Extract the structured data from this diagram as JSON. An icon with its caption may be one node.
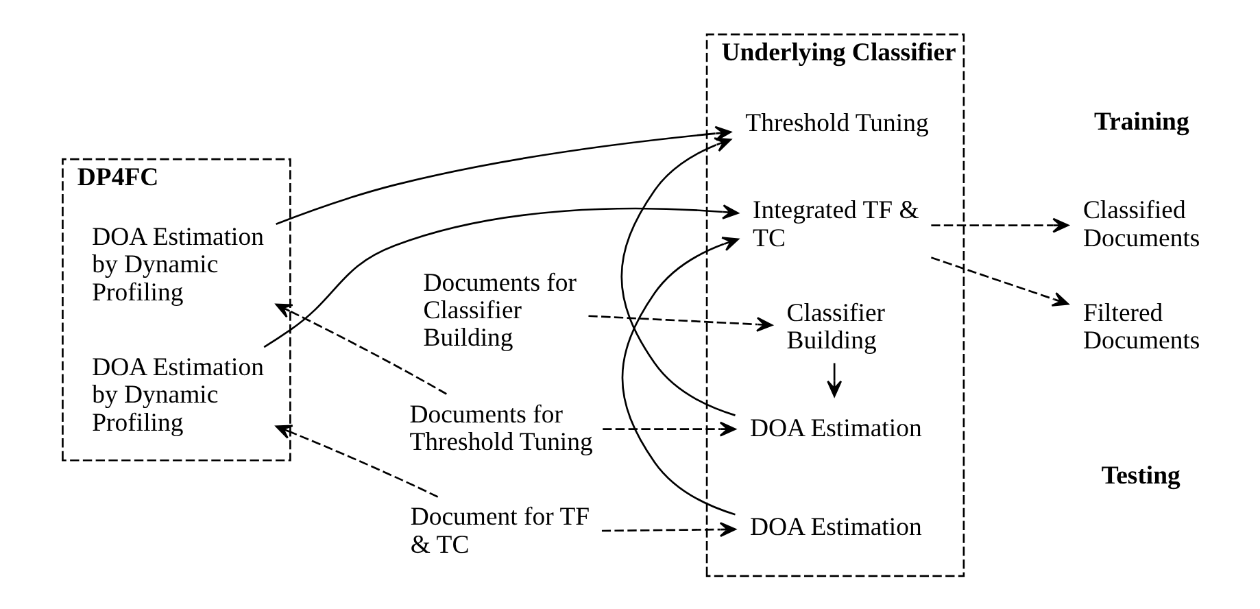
{
  "diagram": {
    "nodes": [
      {
        "text": [
          "DP4FC"
        ]
      },
      {
        "text": [
          "DOA Estimation by Dynamic Profiling"
        ],
        "in": 0
      },
      {
        "text": [
          "DOA Estimation by Dynamic Profiling"
        ],
        "in": 0
      },
      {
        "text": [
          "Underlying Classifier"
        ]
      },
      {
        "text": [
          "Classifier Building"
        ],
        "in": 3
      },
      {
        "text": [
          "DOA Estimation"
        ],
        "in": 3
      },
      {
        "text": [
          "Threshold Tuning"
        ],
        "in": 3
      },
      {
        "text": [
          "DOA Estimation"
        ],
        "in": 3
      },
      {
        "text": [
          "Integrated TF & TC"
        ],
        "in": 3
      },
      {
        "text": [
          "Documents for Classifier Building"
        ]
      },
      {
        "text": [
          "Documents for Threshold Tuning"
        ]
      },
      {
        "text": [
          "Document for TF & TC"
        ]
      },
      {
        "text": [
          "Classified Documents"
        ]
      },
      {
        "text": [
          "Filtered Documents"
        ]
      }
    ],
    "edges": [
      {
        "from": 9,
        "to": 4,
        "arrow": "to",
        "style": "dashed"
      },
      {
        "from": 10,
        "to": 1,
        "arrow": "to",
        "style": "dashed"
      },
      {
        "from": 10,
        "to": 5,
        "arrow": "to",
        "style": "dashed"
      },
      {
        "from": 4,
        "to": 5,
        "arrow": "to"
      },
      {
        "from": 5,
        "to": 6,
        "arrow": "to"
      },
      {
        "from": 1,
        "to": 6,
        "arrow": "to"
      },
      {
        "from": 11,
        "to": 2,
        "arrow": "to",
        "style": "dashed"
      },
      {
        "from": 11,
        "to": 7,
        "arrow": "to",
        "style": "dashed"
      },
      {
        "from": 7,
        "to": 8,
        "arrow": "to"
      },
      {
        "from": 2,
        "to": 8,
        "arrow": "to"
      },
      {
        "from": 8,
        "to": 12,
        "arrow": "to",
        "style": "dashed"
      },
      {
        "from": 8,
        "to": 13,
        "arrow": "to",
        "style": "dashed"
      }
    ],
    "labels": [
      "Training",
      "Testing"
    ]
  }
}
